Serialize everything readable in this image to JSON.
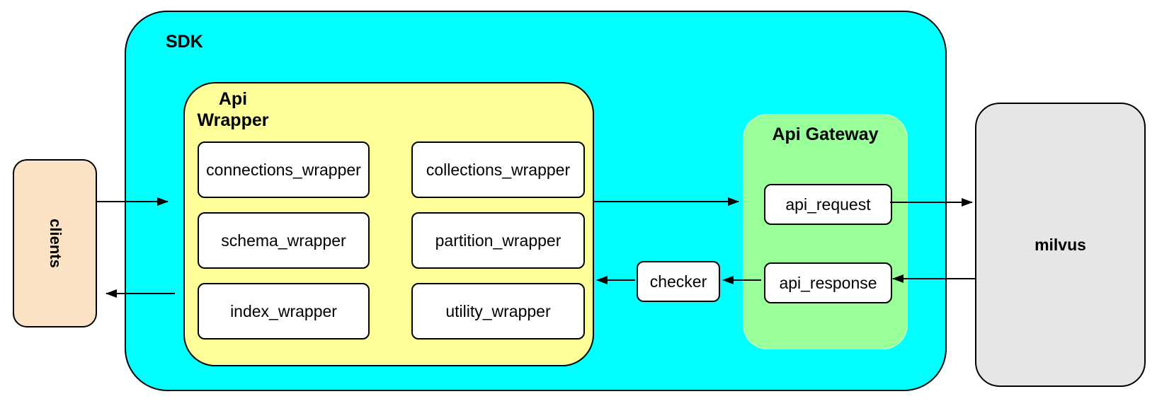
{
  "colors": {
    "sdk_fill": "#00FFFF",
    "api_wrapper_fill": "#FFFF99",
    "api_gateway_fill": "#99FF99",
    "clients_fill": "#FBE2C5",
    "milvus_fill": "#E6E6E6",
    "node_fill": "#FFFFFF",
    "line": "#000000"
  },
  "diagram": {
    "clients": {
      "label": "clients"
    },
    "sdk": {
      "label": "SDK"
    },
    "api_wrapper": {
      "label": "Api Wrapper",
      "boxes": [
        "connections_wrapper",
        "collections_wrapper",
        "schema_wrapper",
        "partition_wrapper",
        "index_wrapper",
        "utility_wrapper"
      ]
    },
    "checker": {
      "label": "checker"
    },
    "api_gateway": {
      "label": "Api Gateway",
      "request": "api_request",
      "response": "api_response"
    },
    "milvus": {
      "label": "milvus"
    }
  }
}
